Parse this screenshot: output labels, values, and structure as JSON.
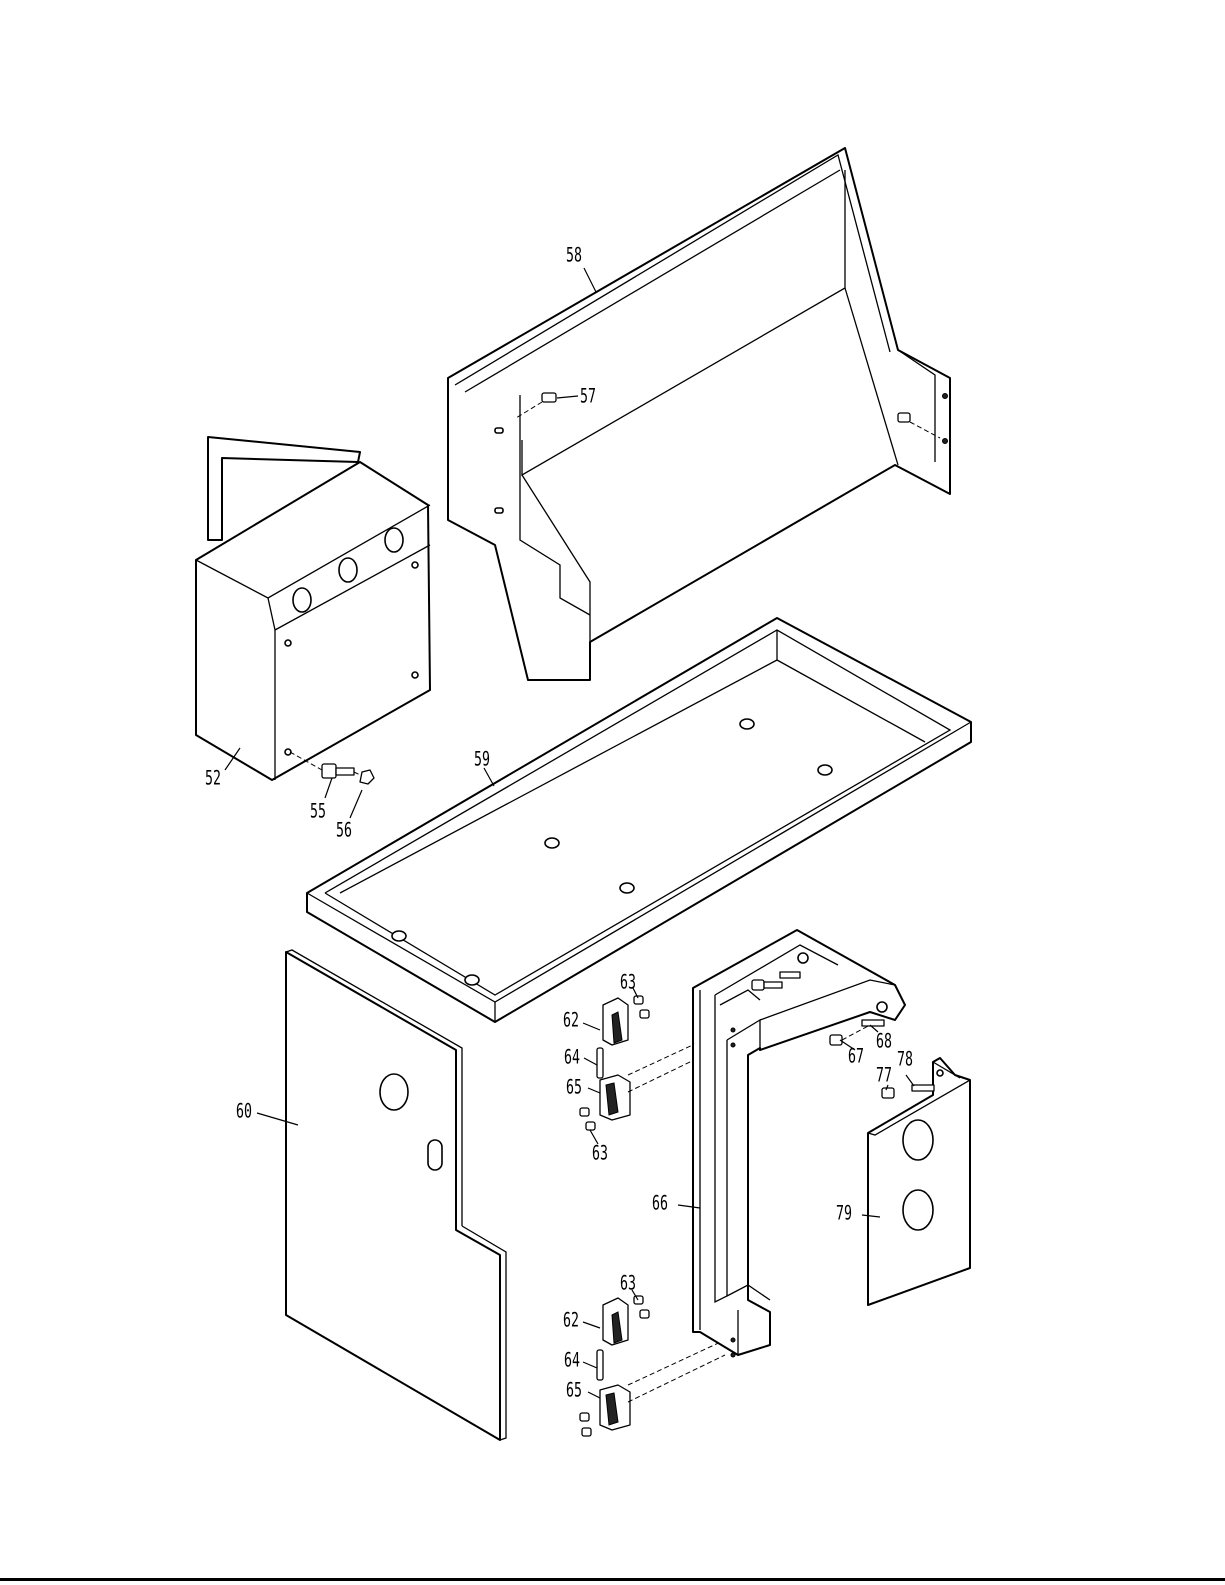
{
  "callouts": [
    {
      "id": "52",
      "label": "52"
    },
    {
      "id": "55",
      "label": "55"
    },
    {
      "id": "56",
      "label": "56"
    },
    {
      "id": "57",
      "label": "57"
    },
    {
      "id": "58",
      "label": "58"
    },
    {
      "id": "59",
      "label": "59"
    },
    {
      "id": "60",
      "label": "60"
    },
    {
      "id": "62a",
      "label": "62"
    },
    {
      "id": "63a",
      "label": "63"
    },
    {
      "id": "64a",
      "label": "64"
    },
    {
      "id": "65a",
      "label": "65"
    },
    {
      "id": "63b",
      "label": "63"
    },
    {
      "id": "66",
      "label": "66"
    },
    {
      "id": "67",
      "label": "67"
    },
    {
      "id": "68",
      "label": "68"
    },
    {
      "id": "77",
      "label": "77"
    },
    {
      "id": "78",
      "label": "78"
    },
    {
      "id": "79",
      "label": "79"
    },
    {
      "id": "63c",
      "label": "63"
    },
    {
      "id": "62b",
      "label": "62"
    },
    {
      "id": "64b",
      "label": "64"
    },
    {
      "id": "65b",
      "label": "65"
    }
  ]
}
